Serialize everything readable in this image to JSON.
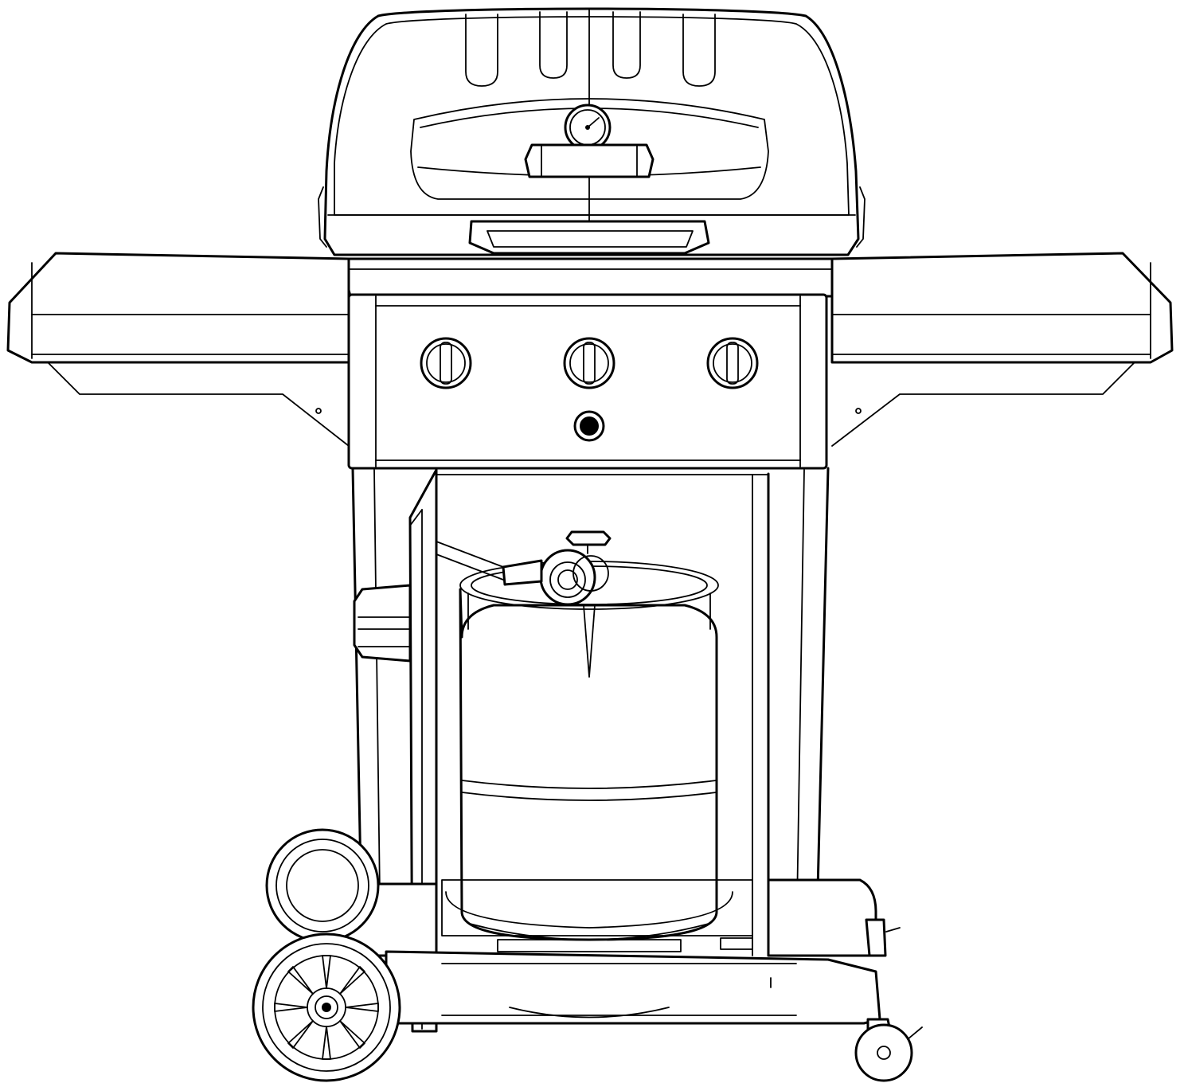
{
  "diagram": {
    "subject": "gas-grill-front-view",
    "style": "black line art on white",
    "colors": {
      "line": "#000000",
      "background": "#ffffff"
    },
    "control_knob_count": 3
  }
}
